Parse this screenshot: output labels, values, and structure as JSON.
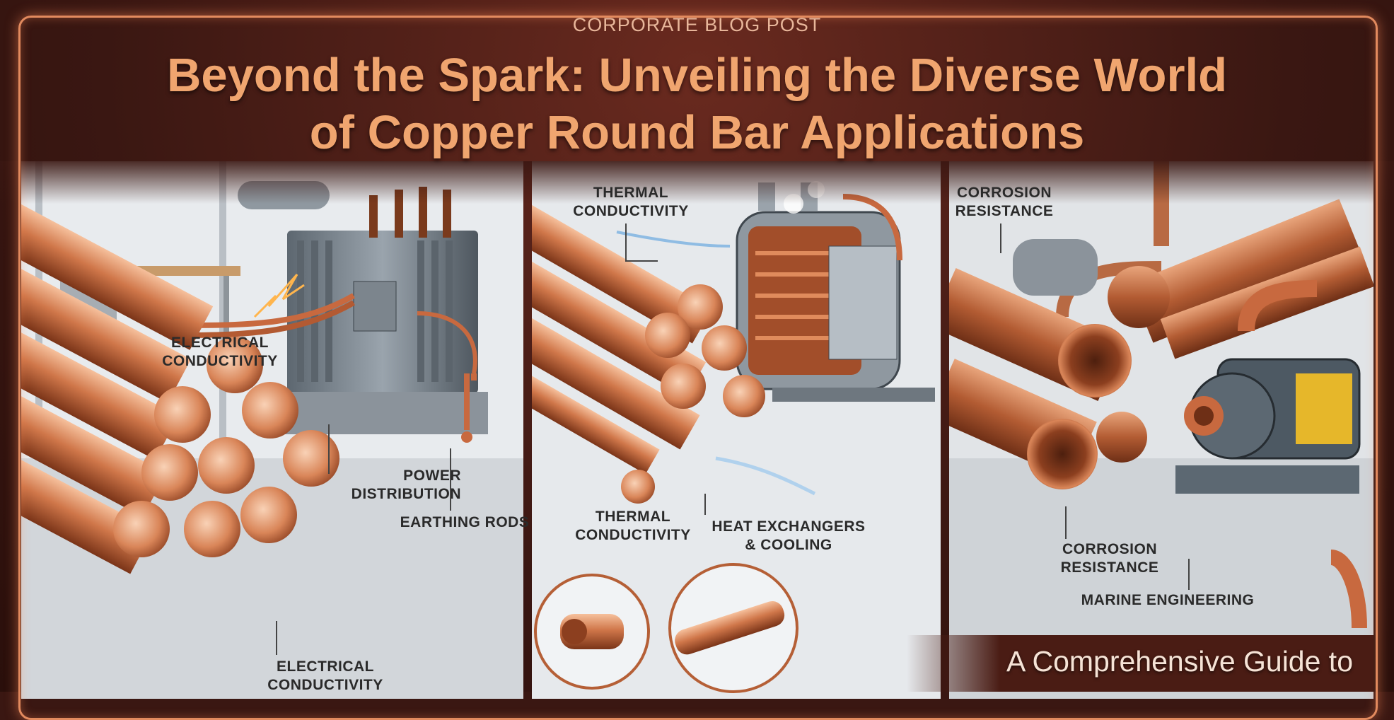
{
  "header": {
    "eyebrow": "CORPORATE BLOG POST",
    "title_line1": "Beyond the Spark: Unveiling the Diverse World",
    "title_line2": "of Copper Round Bar Applications"
  },
  "panels": {
    "electrical": {
      "callout_electrical_top_1": "ELECTRICAL",
      "callout_electrical_top_2": "CONDUCTIVITY",
      "callout_power_1": "POWER",
      "callout_power_2": "DISTRIBUTION",
      "callout_earthing": "EARTHING RODS",
      "callout_electrical_bottom_1": "ELECTRICAL",
      "callout_electrical_bottom_2": "CONDUCTIVITY"
    },
    "thermal": {
      "callout_thermal_top_1": "THERMAL",
      "callout_thermal_top_2": "CONDUCTIVITY",
      "callout_thermal_bottom_1": "THERMAL",
      "callout_thermal_bottom_2": "CONDUCTIVITY",
      "callout_heat_1": "HEAT EXCHANGERS",
      "callout_heat_2": "& COOLING"
    },
    "corrosion": {
      "callout_corrosion_top_1": "CORROSION",
      "callout_corrosion_top_2": "RESISTANCE",
      "callout_corrosion_bottom_1": "CORROSION",
      "callout_corrosion_bottom_2": "RESISTANCE",
      "callout_marine": "MARINE ENGINEERING"
    }
  },
  "footer": {
    "subtitle": "A Comprehensive Guide to"
  },
  "colors": {
    "background": "#3a1712",
    "accent_border": "#e28a5e",
    "title": "#f0a56f",
    "copper_light": "#f3b08a",
    "copper_mid": "#c8693f",
    "copper_dark": "#7a3418"
  }
}
